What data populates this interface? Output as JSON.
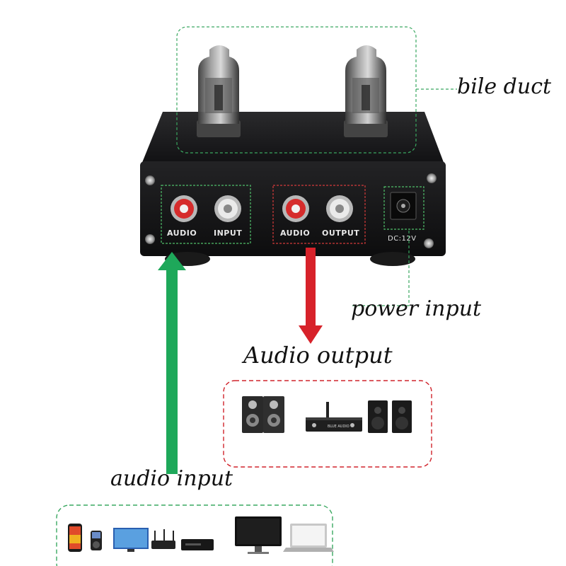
{
  "callouts": {
    "bile_duct": "bile duct",
    "power_input": "power input",
    "audio_output": "Audio output",
    "audio_input": "audio input"
  },
  "panel": {
    "input_group": {
      "left_label": "AUDIO",
      "right_label": "INPUT"
    },
    "output_group": {
      "left_label": "AUDIO",
      "right_label": "OUTPUT"
    },
    "dc_label": "DC:12V"
  },
  "colors": {
    "input_arrow": "#1ea85a",
    "output_arrow": "#d7222a",
    "green_dash": "#3aa860",
    "red_dash": "#d0232b",
    "chassis": "#1c1c1e"
  },
  "output_devices": [
    "bookshelf-speakers-icon",
    "amplifier-icon",
    "monitor-speakers-icon"
  ],
  "source_devices": [
    "smartphone-icon",
    "mp3-player-icon",
    "television-icon",
    "router-icon",
    "media-player-icon",
    "computer-monitor-icon",
    "laptop-icon"
  ]
}
